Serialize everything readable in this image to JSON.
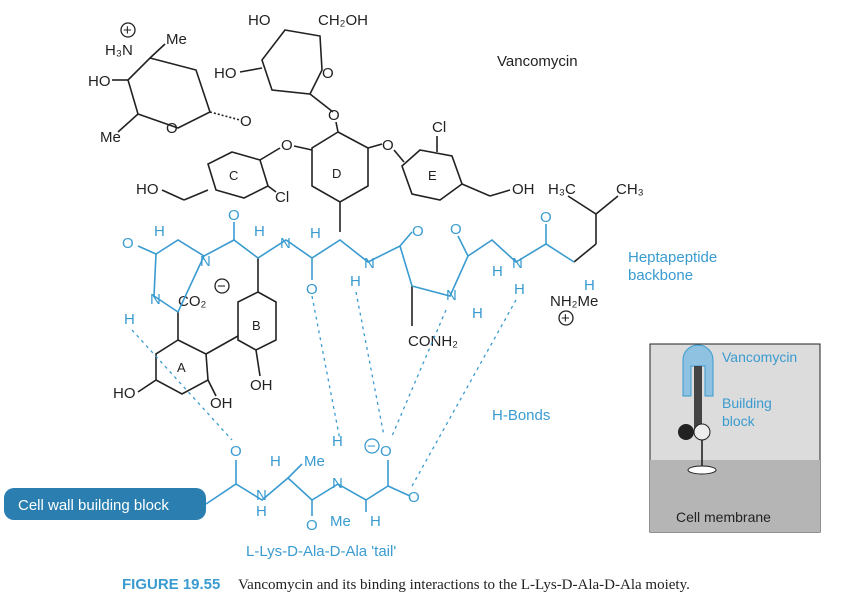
{
  "molecule_name": "Vancomycin",
  "labels": {
    "heptapeptide_line1": "Heptapeptide",
    "heptapeptide_line2": "backbone",
    "hbonds": "H-Bonds",
    "cell_wall_block": "Cell wall building block",
    "tail": "L-Lys-D-Ala-D-Ala 'tail'"
  },
  "rings": {
    "a": "A",
    "b": "B",
    "c": "C",
    "d": "D",
    "e": "E"
  },
  "atoms": {
    "ho_top": "HO",
    "ch2oh": "CH₂OH",
    "h3n": "H₃N",
    "me": "Me",
    "ho_left": "HO",
    "ho_sugar": "HO",
    "o": "O",
    "cl": "Cl",
    "ho": "HO",
    "oh": "OH",
    "h3c": "H₃C",
    "ch3": "CH₃",
    "h": "H",
    "n": "N",
    "co2": "CO₂",
    "nh2me": "NH₂Me",
    "conh2": "CONH₂",
    "plus": "+",
    "minus": "−"
  },
  "inset": {
    "vancomycin": "Vancomycin",
    "building_line1": "Building",
    "building_line2": "block",
    "membrane": "Cell membrane"
  },
  "caption": {
    "fig_number": "FIGURE 19.55",
    "text": "Vancomycin and its binding interactions to the L-Lys-D-Ala-D-Ala moiety."
  },
  "colors": {
    "accent_blue": "#3a9bd0",
    "box_blue": "#2a7fb0",
    "ink": "#222222",
    "inset_fill": "#dcdcdc",
    "inset_membrane": "#b5b5b5"
  }
}
